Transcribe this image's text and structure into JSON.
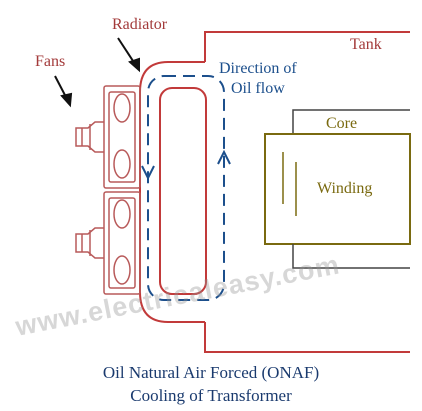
{
  "colors": {
    "label_red": "#a33a3a",
    "tank_red": "#c23a3a",
    "fan_red": "#b85a5a",
    "core_olive": "#7a6a10",
    "flow_blue": "#1c4f8c",
    "caption_blue": "#1a3a6e",
    "watermark_gray": "#969696",
    "label_black": "#111111"
  },
  "labels": {
    "fans": "Fans",
    "radiator": "Radiator",
    "tank": "Tank",
    "direction_line1": "Direction of",
    "direction_line2": "Oil flow",
    "core": "Core",
    "winding": "Winding"
  },
  "watermark": "www.electricaleasy.com",
  "caption": {
    "line1": "Oil Natural Air Forced (ONAF)",
    "line2": "Cooling of Transformer"
  },
  "icons": [
    "fan-icon",
    "arrow-icon",
    "flow-arrow-icon"
  ]
}
